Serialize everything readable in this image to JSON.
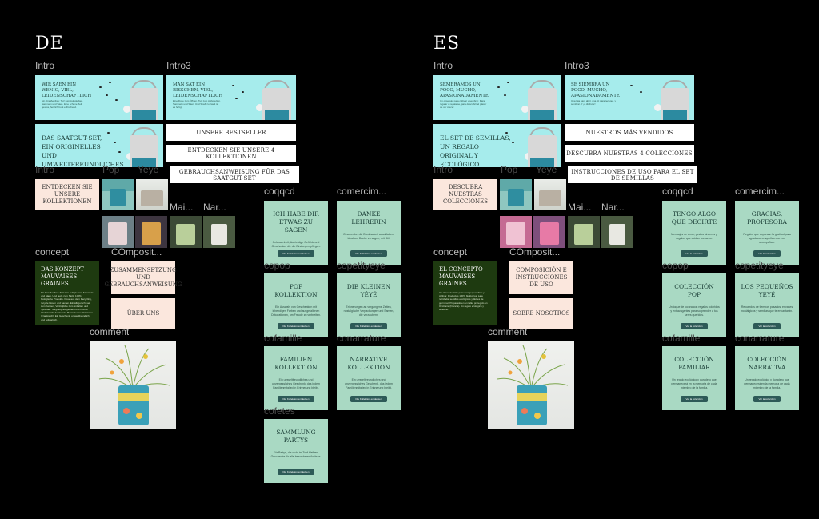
{
  "languages": [
    "DE",
    "ES"
  ],
  "frame_labels": {
    "intro": "Intro",
    "intro3": "Intro3",
    "intro_small": "Intro",
    "pop": "Pop",
    "yeye": "Yeye",
    "mai": "Mai...",
    "nar": "Nar...",
    "coqqcd": "coqqcd",
    "comercim": "comercim...",
    "copop": "copop",
    "copetityeye": "copetityeye",
    "cofamille": "cofamille",
    "conarrature": "conarrature",
    "cofetes": "cofetes",
    "concept": "concept",
    "composit": "COmposit...",
    "comment": "comment"
  },
  "de": {
    "intro_banner_title": "Wir säen ein wenig, viel, leidenschaftlich",
    "intro_banner_sub": "Ein Draußenfreu: Tut! zum Aufspießen, Sammeln und Säen. Eine schöne Zeit gewiss, herrlich bunt erfrischend.",
    "intro3_banner_title": "Man sät ein bisschen, viel, leidenschaftlich",
    "intro3_banner_sub": "Eine Dose zum Öffnen. Tut! zum Aufspießen, Sammeln und Säen. Und Spaß zu zweit ist es fertig!",
    "set_banner_title": "Das Saatgut-Set, ein originelles und umweltfreundliches Geschenk",
    "btn_bestseller": "Unsere Bestseller",
    "btn_collections": "Entdecken Sie unsere 4 Kollektionen",
    "btn_instructions": "Gebrauchsanweisung für das Saatgut-Set",
    "peach_discover": "Entdecken Sie unsere Kollektionen",
    "peach_composition": "Zusammensetzung und Gebrauchsanweisung",
    "peach_about": "Über uns",
    "concept_title": "Das Konzept mauvaises graines",
    "concept_body": "Ein Draußenfreu: Tut! zum Aufspießen, Sammeln und Säen. Und auch zum Stolz. 100% biologische Produkte. Dose aus dem Recycling, recycle Dosen und Samen. Einfallsgerecht sei zum Keimen, Vorzügliche zum Entfalten und Sprießen. Sorgfältig ausgewählt und in einer Werkstatt für behinderte Menschen in Okzitanien (Frankreich). Ein Geschenk, umweltfreundlich und solidarisch.",
    "cards": [
      {
        "title": "Ich habe dir etwas zu sagen",
        "body": "Gelassenheit, Aufrichtige Gefühle und Geschenke, die die Bindungen pflegen.",
        "cta": "Die Kollektion entdecken"
      },
      {
        "title": "Danke Lehrerin",
        "body": "Geschenke, die Dankbarkeit ausdrücken. Ideal um Danke zu sagen, mit Stil.",
        "cta": "Die Kollektion entdecken"
      },
      {
        "title": "Pop Kollektion",
        "body": "Ein Auswahl von Geschenken mit lebendigen Farben und ausgefallenen Dekorationen, um Freude zu verbreiten.",
        "cta": "Die Kollektion entdecken"
      },
      {
        "title": "Die kleinen Yéyé",
        "body": "Erinnerungen an vergangene Zeiten, nostalgische Verpackungen und Samen, die verzaubern.",
        "cta": "Die Kollektion entdecken"
      },
      {
        "title": "Familien Kollektion",
        "body": "Ein umweltfreundliches und unvergessliches Geschenk, das jedem Familienmitglied in Erinnerung bleibt.",
        "cta": "Die Kollektion entdecken"
      },
      {
        "title": "Narrative Kollektion",
        "body": "Ein umweltfreundliches und unvergessliches Geschenk, das jedem Familienmitglied in Erinnerung bleibt.",
        "cta": "Die Kollektion entdecken"
      },
      {
        "title": "Sammlung Partys",
        "body": "Für Partys, die nicht im Topf bleiben! Geschenke für alle besonderen Anlässe.",
        "cta": "Die Kollektion entdecken"
      }
    ]
  },
  "es": {
    "intro_banner_title": "Sembramos un poco, mucho, apasionadamente",
    "intro_banner_sub": "Un obsequio para cultivar y sembrar. Para regalar o regalarse, para descubrir el placer de ver crecer.",
    "intro3_banner_title": "Se siembra un poco, mucho, apasionadamente",
    "intro3_banner_sub": "Una lata para abrir, una kit para recoger, y sembrar. Y ¡a disfrutar!",
    "set_banner_title": "El set de semillas, un regalo original y ecológico",
    "btn_bestseller": "Nuestros más vendidos",
    "btn_collections": "Descubra nuestras 4 colecciones",
    "btn_instructions": "Instrucciones de uso para el set de semillas",
    "peach_discover": "Descubra nuestras colecciones",
    "peach_composition": "Composición e instrucciones de uso",
    "peach_about": "Sobre nosotros",
    "concept_title": "El concepto mauvaises graines",
    "concept_body": "Un obsequio, listo para recoger, sembrar y cultivar. Productos 100% biológicos. Lata reciclada, semillas ecológicas y fáciles de germinar. Preparado en un taller protegido en Occitania (Francia). Un regalo ecológico y solidario.",
    "cards": [
      {
        "title": "Tengo algo que decirte",
        "body": "Mensajes de amor, gestos sinceros y regalos que cuidan los lazos.",
        "cta": "Ver la colección"
      },
      {
        "title": "Gracias, profesora",
        "body": "Regalos que expresan la gratitud para agradecer a aquellas que nos acompañan.",
        "cta": "Ver la colección"
      },
      {
        "title": "Colección Pop",
        "body": "Un toque de locura con regalos coloridos y extravagantes para sorprender a tus seres queridos.",
        "cta": "Ver la colección"
      },
      {
        "title": "Los pequeños Yéyé",
        "body": "Recuerdos de tiempos pasados, envases nostálgicos y semillas que te encantarán.",
        "cta": "Ver la colección"
      },
      {
        "title": "Colección familiar",
        "body": "Un regalo ecológico y duradero que permanecerá en la memoria de cada miembro de la familia.",
        "cta": "Ver la colección"
      },
      {
        "title": "Colección narrativa",
        "body": "Un regalo ecológico y duradero que permanecerá en la memoria de cada miembro de la familia.",
        "cta": "Ver la colección"
      }
    ]
  },
  "colors": {
    "canvas": "#000000",
    "banner_bg": "#a6ecec",
    "card_bg": "#a9d9c3",
    "peach_bg": "#fbe7dd",
    "concept_bg": "#1e3a10",
    "cta_bg": "#2d5a57"
  },
  "icons": [
    "seed-dot-icon",
    "daisy-icon",
    "tin-can-icon"
  ]
}
